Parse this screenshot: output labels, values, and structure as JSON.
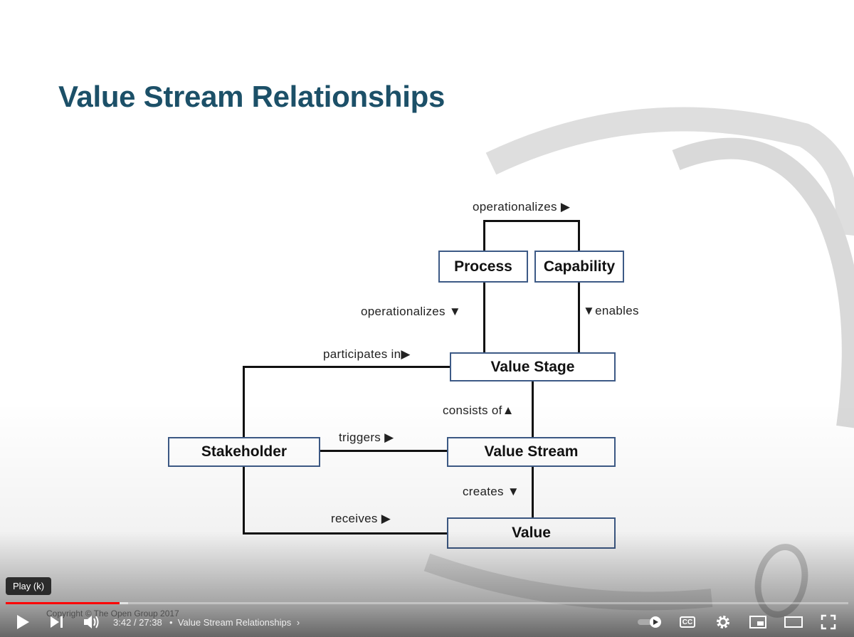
{
  "slide": {
    "title": "Value Stream Relationships",
    "copyright": "Copyright © The Open Group 2017",
    "boxes": {
      "process": "Process",
      "capability": "Capability",
      "value_stage": "Value Stage",
      "stakeholder": "Stakeholder",
      "value_stream": "Value Stream",
      "value": "Value"
    },
    "relations": {
      "top": "operationalizes ▶",
      "process_down": "operationalizes ▼",
      "enables": "▼enables",
      "participates": "participates  in▶",
      "consists": "consists of▲",
      "triggers": "triggers ▶",
      "creates": "creates ▼",
      "receives": "receives ▶"
    }
  },
  "player": {
    "tooltip": "Play (k)",
    "current_time": "3:42",
    "duration": "27:38",
    "chapter": "Value Stream Relationships",
    "progress_played": 0.135,
    "progress_buffered": 0.145,
    "accent_color": "#ff0000"
  }
}
